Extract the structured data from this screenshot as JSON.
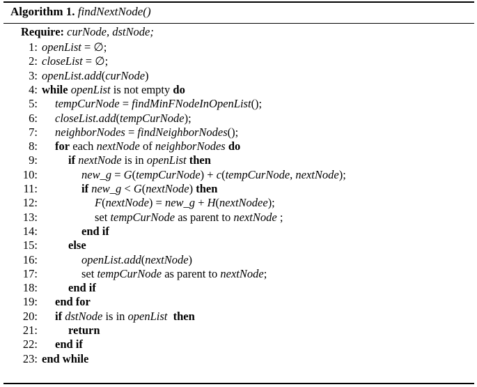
{
  "title": {
    "label": "Algorithm 1.",
    "name": "findNextNode()"
  },
  "require": {
    "keyword": "Require:",
    "text": "curNode, dstNode;"
  },
  "lines": [
    {
      "n": "1:",
      "indent": 0,
      "html": "<i>openList</i> = ∅;"
    },
    {
      "n": "2:",
      "indent": 0,
      "html": "<i>closeList</i> = ∅;"
    },
    {
      "n": "3:",
      "indent": 0,
      "html": "<i>openList.add</i>(<i>curNode</i>)"
    },
    {
      "n": "4:",
      "indent": 0,
      "html": "<b>while</b> <i>openList</i> is not empty <b>do</b>"
    },
    {
      "n": "5:",
      "indent": 1,
      "html": "<i>tempCurNode</i> = <i>findMinFNodeInOpenList</i>();"
    },
    {
      "n": "6:",
      "indent": 1,
      "html": "<i>closeList.add</i>(<i>tempCurNode</i>);"
    },
    {
      "n": "7:",
      "indent": 1,
      "html": "<i>neighborNodes</i> = <i>findNeighborNodes</i>();"
    },
    {
      "n": "8:",
      "indent": 1,
      "html": "<b>for</b> each <i>nextNode</i> of <i>neighborNodes</i> <b>do</b>"
    },
    {
      "n": "9:",
      "indent": 2,
      "html": "<b>if</b> <i>nextNode</i> is in <i>openList</i> <b>then</b>"
    },
    {
      "n": "10:",
      "indent": 3,
      "html": "<i>new_g</i> = <i>G</i>(<i>tempCurNode</i>) + <i>c</i>(<i>tempCurNode</i>, <i>nextNode</i>);"
    },
    {
      "n": "11:",
      "indent": 3,
      "html": "<b>if</b> <i>new_g</i> &lt; <i>G</i>(<i>nextNode</i>) <b>then</b>"
    },
    {
      "n": "12:",
      "indent": 4,
      "html": "<i>F</i>(<i>nextNode</i>) = <i>new_g</i> + <i>H</i>(<i>nextNodee</i>);"
    },
    {
      "n": "13:",
      "indent": 4,
      "html": "set <i>tempCurNode</i> as parent to <i>nextNode</i> ;"
    },
    {
      "n": "14:",
      "indent": 3,
      "html": "<b>end if</b>"
    },
    {
      "n": "15:",
      "indent": 2,
      "html": "<b>else</b>"
    },
    {
      "n": "16:",
      "indent": 3,
      "html": "<i>openList.add</i>(<i>nextNode</i>)"
    },
    {
      "n": "17:",
      "indent": 3,
      "html": "set <i>tempCurNode</i> as parent to <i>nextNode</i>;"
    },
    {
      "n": "18:",
      "indent": 2,
      "html": "<b>end if</b>"
    },
    {
      "n": "19:",
      "indent": 1,
      "html": "<b>end for</b>"
    },
    {
      "n": "20:",
      "indent": 1,
      "html": "<b>if</b> <i>dstNode</i> is in <i>openList</i> &nbsp;<b>then</b>"
    },
    {
      "n": "21:",
      "indent": 2,
      "html": "<b>return</b>"
    },
    {
      "n": "22:",
      "indent": 1,
      "html": "<b>end if</b>"
    },
    {
      "n": "23:",
      "indent": 0,
      "html": "<b>end while</b>"
    }
  ]
}
